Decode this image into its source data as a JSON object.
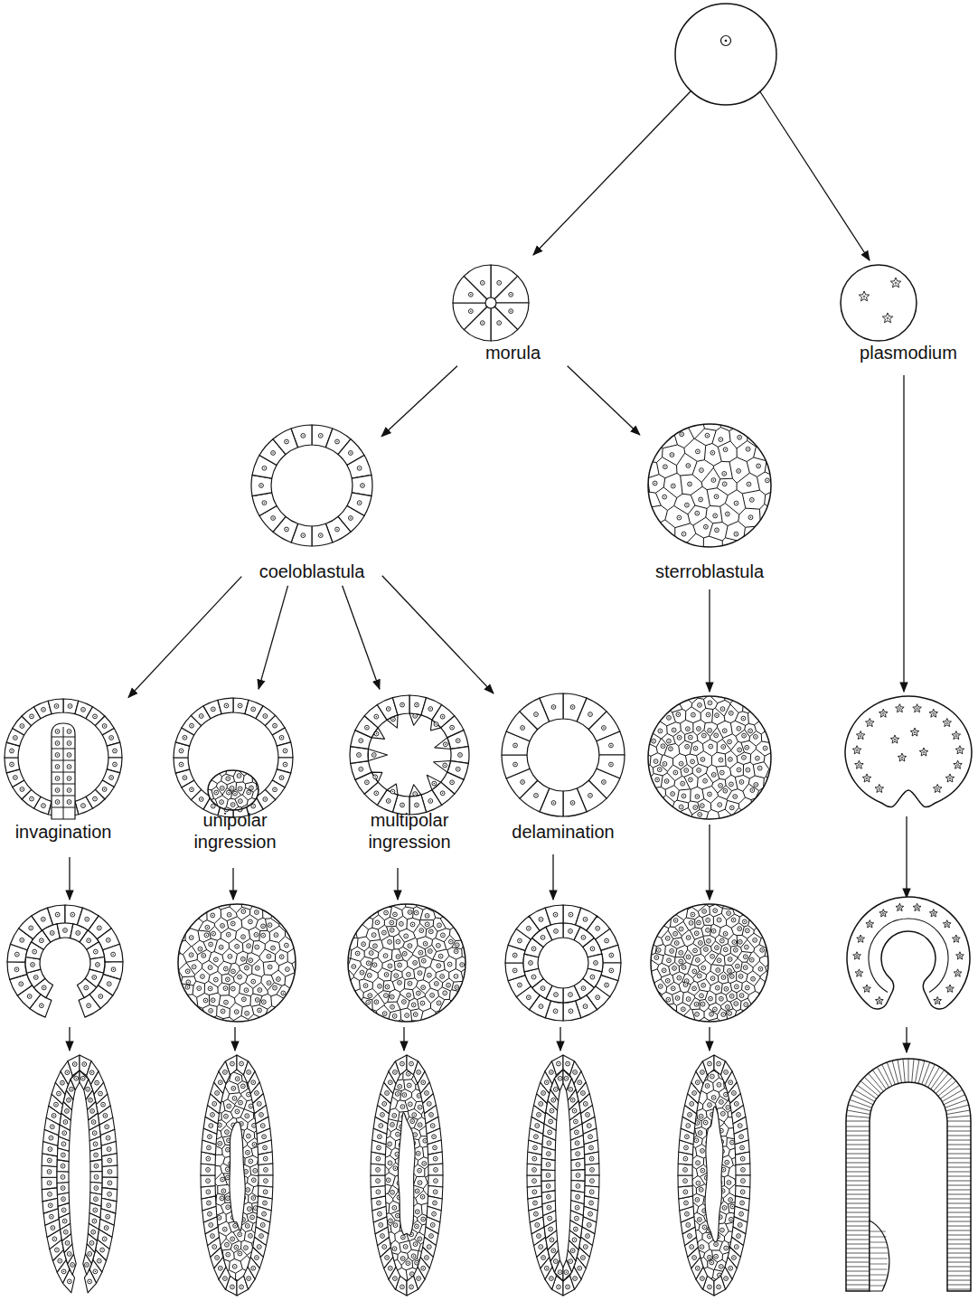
{
  "diagram": {
    "nodes": [
      {
        "text": [
          "morula"
        ]
      },
      {
        "text": [
          "plasmodium"
        ]
      },
      {
        "text": [
          "coeloblastula"
        ]
      },
      {
        "text": [
          "sterroblastula"
        ]
      },
      {
        "text": [
          "invagination"
        ]
      },
      {
        "text": [
          "unipolar ingression"
        ]
      },
      {
        "text": [
          "multipolar ingression"
        ]
      },
      {
        "text": [
          "delamination"
        ]
      }
    ],
    "edges": [
      {
        "from": 0,
        "to": 2,
        "arrow": "to"
      },
      {
        "from": 0,
        "to": 3,
        "arrow": "to"
      },
      {
        "from": 2,
        "to": 4,
        "arrow": "to"
      },
      {
        "from": 2,
        "to": 5,
        "arrow": "to"
      },
      {
        "from": 2,
        "to": 6,
        "arrow": "to"
      },
      {
        "from": 2,
        "to": 7,
        "arrow": "to"
      }
    ]
  }
}
